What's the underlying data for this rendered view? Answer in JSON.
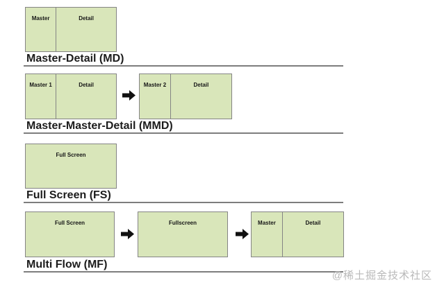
{
  "colors": {
    "box_fill": "#d9e6ba",
    "box_border": "#848484",
    "underline": "#7d7d7d",
    "arrow": "#111111",
    "watermark": "#b9b9b9"
  },
  "sections": [
    {
      "label": "Master-Detail (MD)",
      "boxes": [
        {
          "cells": [
            "Master",
            "Detail"
          ]
        }
      ]
    },
    {
      "label": "Master-Master-Detail (MMD)",
      "boxes": [
        {
          "cells": [
            "Master 1",
            "Detail"
          ]
        },
        {
          "cells": [
            "Master 2",
            "Detail"
          ]
        }
      ]
    },
    {
      "label": "Full Screen (FS)",
      "boxes": [
        {
          "cells": [
            "Full Screen"
          ]
        }
      ]
    },
    {
      "label": "Multi Flow (MF)",
      "boxes": [
        {
          "cells": [
            "Full Screen"
          ]
        },
        {
          "cells": [
            "Fullscreen"
          ]
        },
        {
          "cells": [
            "Master",
            "Detail"
          ]
        }
      ]
    }
  ],
  "watermark": "@稀土掘金技术社区"
}
